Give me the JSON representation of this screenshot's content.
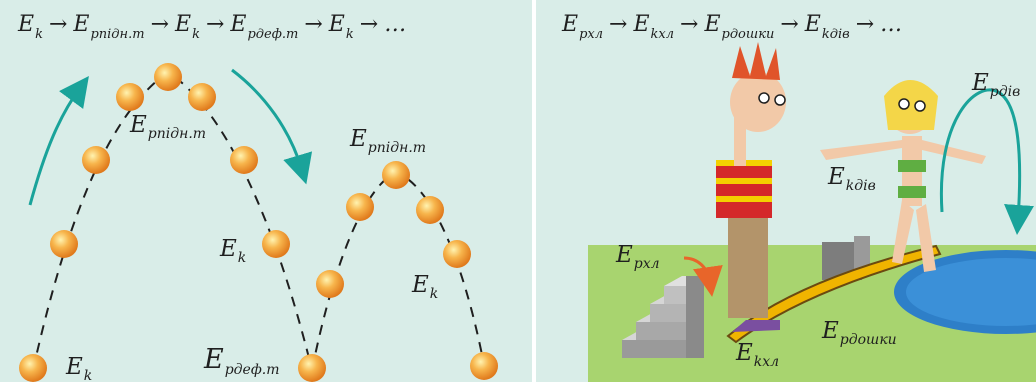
{
  "left_panel": {
    "formula": [
      {
        "sym": "E",
        "sub": "k"
      },
      {
        "sym": "E",
        "sub": "pпідн.т"
      },
      {
        "sym": "E",
        "sub": "k"
      },
      {
        "sym": "E",
        "sub": "pдеф.т"
      },
      {
        "sym": "E",
        "sub": "k"
      }
    ],
    "formula_tail": "…",
    "arrow": "→",
    "labels": {
      "ep_top_first": {
        "sym": "E",
        "sub": "pпідн.т"
      },
      "ep_top_second": {
        "sym": "E",
        "sub": "pпідн.т"
      },
      "ek_mid_first": {
        "sym": "E",
        "sub": "k"
      },
      "ek_mid_second": {
        "sym": "E",
        "sub": "k"
      },
      "ek_bottom": {
        "sym": "E",
        "sub": "k"
      },
      "ep_def": {
        "sym": "E",
        "sub": "pдеф.т"
      }
    }
  },
  "right_panel": {
    "formula": [
      {
        "sym": "E",
        "sub": "pхл"
      },
      {
        "sym": "E",
        "sub": "kхл"
      },
      {
        "sym": "E",
        "sub": "pдошки"
      },
      {
        "sym": "E",
        "sub": "kдів"
      }
    ],
    "formula_tail": "…",
    "arrow": "→",
    "labels": {
      "ep_boy": {
        "sym": "E",
        "sub": "pхл"
      },
      "ek_boy": {
        "sym": "E",
        "sub": "kхл"
      },
      "ep_board": {
        "sym": "E",
        "sub": "pдошки"
      },
      "ek_girl": {
        "sym": "E",
        "sub": "kдів"
      },
      "ep_girl": {
        "sym": "E",
        "sub": "pдів"
      }
    }
  },
  "colors": {
    "background": "#d9ede8",
    "ball": "#f5a04a",
    "arrow_teal": "#1aa39a",
    "arrow_orange": "#e8652a",
    "grass": "#a8d46f",
    "pool": "#2e7fc8"
  }
}
